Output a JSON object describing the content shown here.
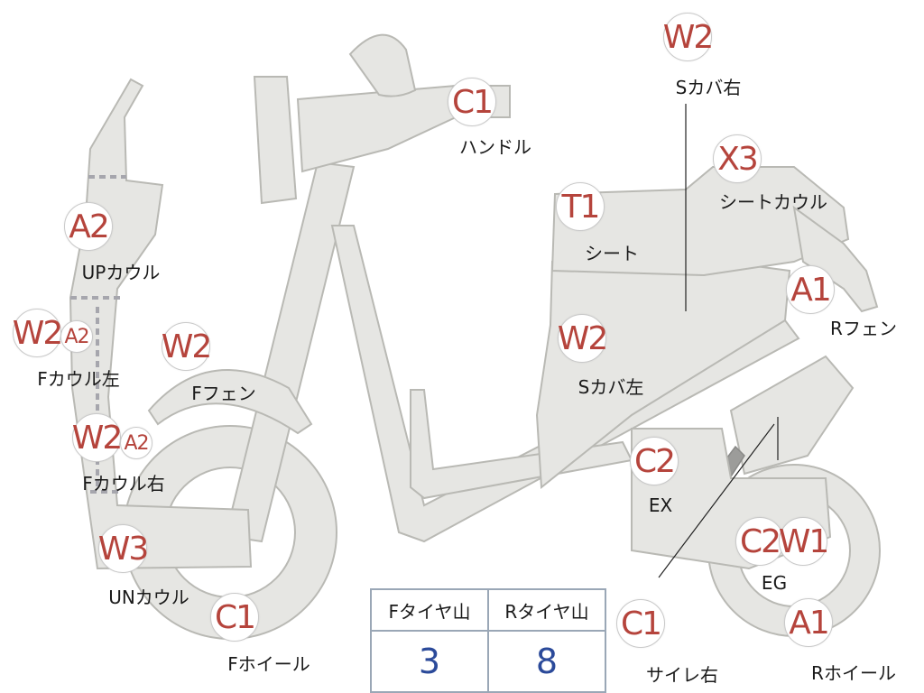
{
  "badges": [
    {
      "code": "A2",
      "size": "big"
    },
    {
      "code": "W2",
      "size": "big"
    },
    {
      "code": "A2",
      "size": "small"
    },
    {
      "code": "W2",
      "size": "big"
    },
    {
      "code": "A2",
      "size": "small"
    },
    {
      "code": "W3",
      "size": "big"
    },
    {
      "code": "C1",
      "size": "big"
    },
    {
      "code": "W2",
      "size": "big"
    },
    {
      "code": "C1",
      "size": "big"
    },
    {
      "code": "W2",
      "size": "big"
    },
    {
      "code": "X3",
      "size": "big"
    },
    {
      "code": "T1",
      "size": "big"
    },
    {
      "code": "W2",
      "size": "big"
    },
    {
      "code": "A1",
      "size": "big"
    },
    {
      "code": "C2",
      "size": "big"
    },
    {
      "code": "C2",
      "size": "big"
    },
    {
      "code": "W1",
      "size": "big"
    },
    {
      "code": "A1",
      "size": "big"
    },
    {
      "code": "C1",
      "size": "big"
    }
  ],
  "labels": [
    "UPカウル",
    "Fカウル左",
    "Fカウル右",
    "UNカウル",
    "Fホイール",
    "Fフェン",
    "ハンドル",
    "Sカバ右",
    "シートカウル",
    "シート",
    "Sカバ左",
    "Rフェン",
    "EX",
    "EG",
    "Rホイール",
    "サイレ右"
  ],
  "tire_table": {
    "headers": [
      "Fタイヤ山",
      "Rタイヤ山"
    ],
    "values": [
      "3",
      "8"
    ]
  },
  "colors": {
    "badge_text": "#b5443c",
    "value_text": "#2b4a9a",
    "part_fill": "#e6e6e3"
  }
}
